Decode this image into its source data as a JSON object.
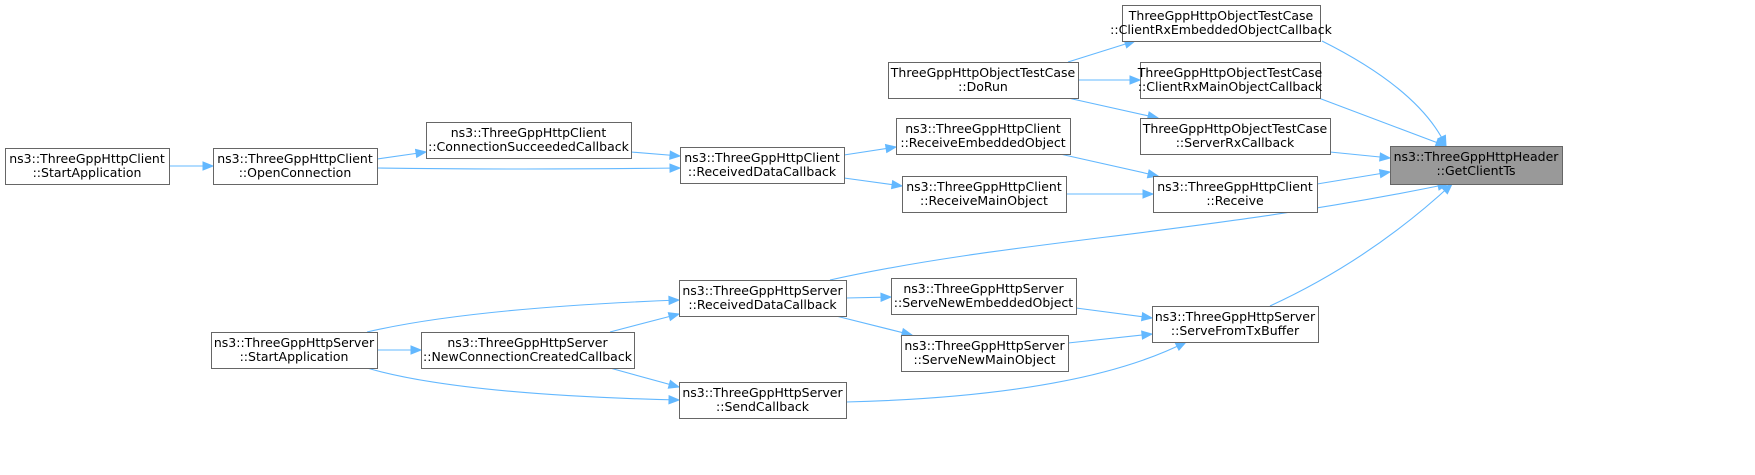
{
  "diagram": {
    "colors": {
      "edge": "#63b8ff",
      "border": "#666666",
      "target_fill": "#999999"
    },
    "nodes": [
      {
        "id": "target",
        "lines": [
          "ns3::ThreeGppHttpHeader",
          "::GetClientTs"
        ]
      },
      {
        "id": "obj_embedded",
        "lines": [
          "ThreeGppHttpObjectTestCase",
          "::ClientRxEmbeddedObjectCallback"
        ]
      },
      {
        "id": "obj_main",
        "lines": [
          "ThreeGppHttpObjectTestCase",
          "::ClientRxMainObjectCallback"
        ]
      },
      {
        "id": "obj_serverrx",
        "lines": [
          "ThreeGppHttpObjectTestCase",
          "::ServerRxCallback"
        ]
      },
      {
        "id": "obj_dorun",
        "lines": [
          "ThreeGppHttpObjectTestCase",
          "::DoRun"
        ]
      },
      {
        "id": "cl_receive",
        "lines": [
          "ns3::ThreeGppHttpClient",
          "::Receive"
        ]
      },
      {
        "id": "cl_recv_emb",
        "lines": [
          "ns3::ThreeGppHttpClient",
          "::ReceiveEmbeddedObject"
        ]
      },
      {
        "id": "cl_recv_main",
        "lines": [
          "ns3::ThreeGppHttpClient",
          "::ReceiveMainObject"
        ]
      },
      {
        "id": "cl_rdc",
        "lines": [
          "ns3::ThreeGppHttpClient",
          "::ReceivedDataCallback"
        ]
      },
      {
        "id": "cl_conn",
        "lines": [
          "ns3::ThreeGppHttpClient",
          "::ConnectionSucceededCallback"
        ]
      },
      {
        "id": "cl_open",
        "lines": [
          "ns3::ThreeGppHttpClient",
          "::OpenConnection"
        ]
      },
      {
        "id": "cl_start",
        "lines": [
          "ns3::ThreeGppHttpClient",
          "::StartApplication"
        ]
      },
      {
        "id": "sv_sftb",
        "lines": [
          "ns3::ThreeGppHttpServer",
          "::ServeFromTxBuffer"
        ]
      },
      {
        "id": "sv_rdc",
        "lines": [
          "ns3::ThreeGppHttpServer",
          "::ReceivedDataCallback"
        ]
      },
      {
        "id": "sv_sne",
        "lines": [
          "ns3::ThreeGppHttpServer",
          "::ServeNewEmbeddedObject"
        ]
      },
      {
        "id": "sv_snm",
        "lines": [
          "ns3::ThreeGppHttpServer",
          "::ServeNewMainObject"
        ]
      },
      {
        "id": "sv_send",
        "lines": [
          "ns3::ThreeGppHttpServer",
          "::SendCallback"
        ]
      },
      {
        "id": "sv_ncc",
        "lines": [
          "ns3::ThreeGppHttpServer",
          "::NewConnectionCreatedCallback"
        ]
      },
      {
        "id": "sv_start",
        "lines": [
          "ns3::ThreeGppHttpServer",
          "::StartApplication"
        ]
      }
    ],
    "edges": [
      {
        "from": "obj_embedded",
        "to": "target"
      },
      {
        "from": "obj_main",
        "to": "target"
      },
      {
        "from": "obj_serverrx",
        "to": "target"
      },
      {
        "from": "cl_receive",
        "to": "target"
      },
      {
        "from": "sv_rdc",
        "to": "target"
      },
      {
        "from": "sv_sftb",
        "to": "target"
      },
      {
        "from": "obj_dorun",
        "to": "obj_embedded"
      },
      {
        "from": "obj_dorun",
        "to": "obj_main"
      },
      {
        "from": "obj_dorun",
        "to": "obj_serverrx"
      },
      {
        "from": "cl_recv_emb",
        "to": "cl_receive"
      },
      {
        "from": "cl_recv_main",
        "to": "cl_receive"
      },
      {
        "from": "cl_rdc",
        "to": "cl_recv_emb"
      },
      {
        "from": "cl_rdc",
        "to": "cl_recv_main"
      },
      {
        "from": "cl_conn",
        "to": "cl_rdc"
      },
      {
        "from": "cl_open",
        "to": "cl_rdc"
      },
      {
        "from": "cl_open",
        "to": "cl_conn"
      },
      {
        "from": "cl_start",
        "to": "cl_open"
      },
      {
        "from": "sv_sne",
        "to": "sv_sftb"
      },
      {
        "from": "sv_snm",
        "to": "sv_sftb"
      },
      {
        "from": "sv_send",
        "to": "sv_sftb"
      },
      {
        "from": "sv_rdc",
        "to": "sv_sne"
      },
      {
        "from": "sv_rdc",
        "to": "sv_snm"
      },
      {
        "from": "sv_ncc",
        "to": "sv_rdc"
      },
      {
        "from": "sv_start",
        "to": "sv_rdc"
      },
      {
        "from": "sv_start",
        "to": "sv_ncc"
      },
      {
        "from": "sv_ncc",
        "to": "sv_send"
      },
      {
        "from": "sv_start",
        "to": "sv_send"
      }
    ]
  }
}
